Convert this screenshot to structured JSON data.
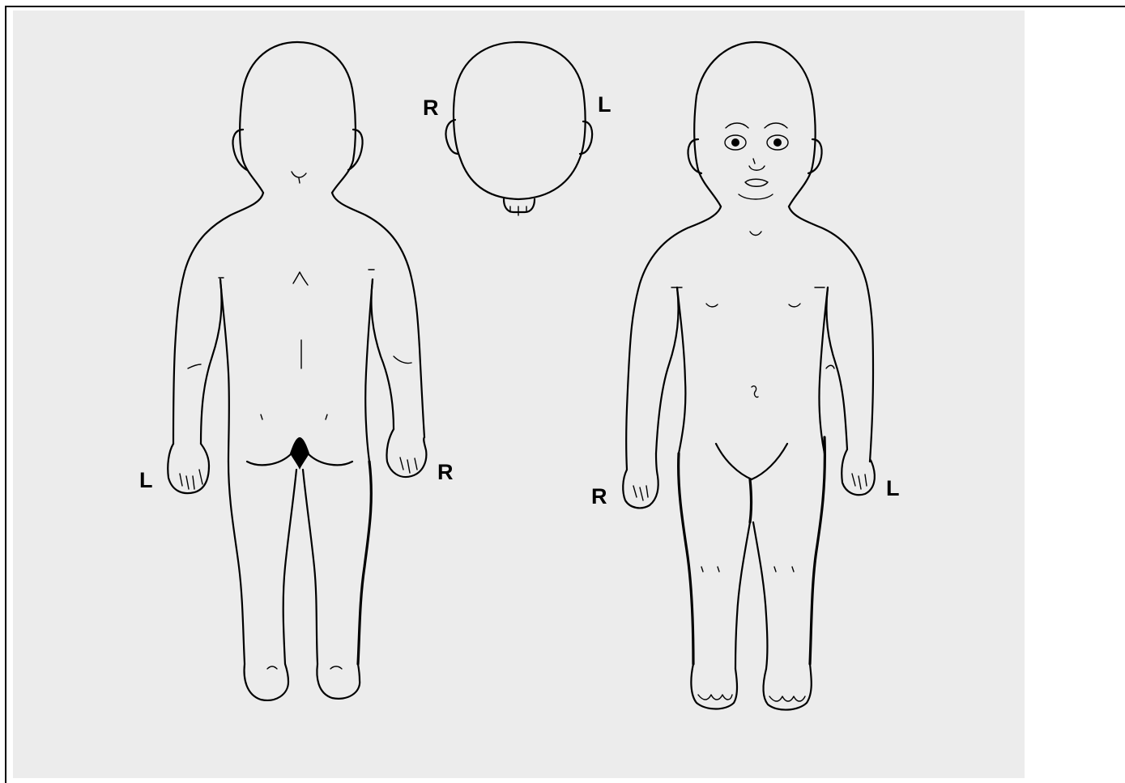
{
  "diagram": {
    "figures": [
      {
        "id": "back",
        "label_left": "L",
        "label_right": "R"
      },
      {
        "id": "head-top",
        "label_left": "R",
        "label_right": "L"
      },
      {
        "id": "front",
        "label_left": "R",
        "label_right": "L"
      }
    ]
  },
  "colors": {
    "background": "#ececec",
    "ink": "#000000",
    "frame": "#000000"
  }
}
